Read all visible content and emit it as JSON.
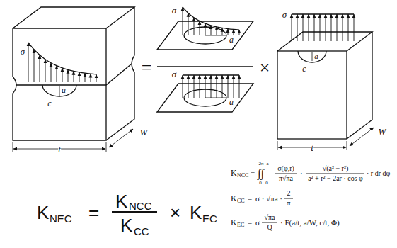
{
  "diagram": {
    "labels": [
      "σ",
      "a",
      "c",
      "t",
      "W",
      "=",
      "σ",
      "a",
      "σ",
      "a",
      "×",
      "σ",
      "a",
      "c",
      "t",
      "W",
      "K",
      "NEC",
      "=",
      "K",
      "NCC",
      "K",
      "CC",
      "×",
      "K",
      "EC",
      "K",
      "NCC",
      "=",
      "∫∫",
      "2π",
      "a",
      "0",
      "0",
      "σ(φ,r)",
      "π√πa",
      "·",
      "√(a² − r²)",
      "a² + r² − 2ar · cos φ",
      "· r dr dφ",
      "K",
      "CC",
      "=",
      "σ · √πa ·",
      "2",
      "π",
      "K",
      "EC",
      "=",
      "σ",
      "√πa",
      "Q",
      "· F(a/t, a/W, c/t, Φ)"
    ]
  }
}
